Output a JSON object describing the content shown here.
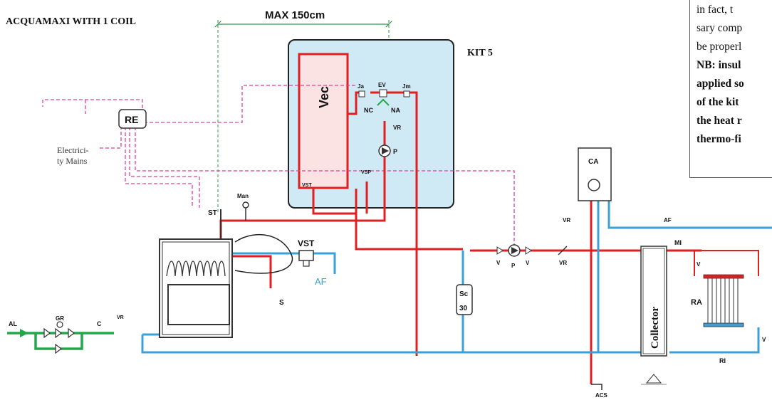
{
  "title": "ACQUAMAXI WITH 1 COIL",
  "max_distance": "MAX 150cm",
  "kit_label": "KIT 5",
  "note_lines": [
    {
      "text": "in fact, t",
      "bold": false
    },
    {
      "text": "sary comp",
      "bold": false
    },
    {
      "text": "be properl",
      "bold": false
    },
    {
      "text": "NB: insul",
      "bold": true
    },
    {
      "text": "applied so",
      "bold": true
    },
    {
      "text": "of the kit",
      "bold": true
    },
    {
      "text": "the heat r",
      "bold": true
    },
    {
      "text": "thermo-fi",
      "bold": true
    }
  ],
  "labels": {
    "re": "RE",
    "mains_1": "Electrici-",
    "mains_2": "ty Mains",
    "vec": "Vec",
    "ja": "Ja",
    "ev": "EV",
    "jm": "Jm",
    "nc": "NC",
    "na": "NA",
    "vr_kit": "VR",
    "p_kit": "P",
    "vsp": "VSP",
    "vst_kit": "VST",
    "st": "ST",
    "man": "Man",
    "vst": "VST",
    "af_left": "AF",
    "s": "S",
    "al": "AL",
    "gr": "GR",
    "c": "C",
    "vr_inlet": "VR",
    "sc_1": "Sc",
    "sc_2": "30",
    "v_a": "V",
    "p": "P",
    "v_b": "V",
    "vr_mid": "VR",
    "ca": "CA",
    "vr_ca": "VR",
    "af_right": "AF",
    "mi": "MI",
    "v_top": "V",
    "ra": "RA",
    "v_bottom": "V",
    "ri": "RI",
    "collector": "Collector",
    "acs": "ACS"
  },
  "colors": {
    "hot_pipe": "#e02020",
    "cold_pipe": "#3aa0d8",
    "inlet_pipe": "#22a84a",
    "electric": "#e0409a",
    "kit_fill": "#cfe9f5",
    "dimension": "#2a9a4a"
  }
}
